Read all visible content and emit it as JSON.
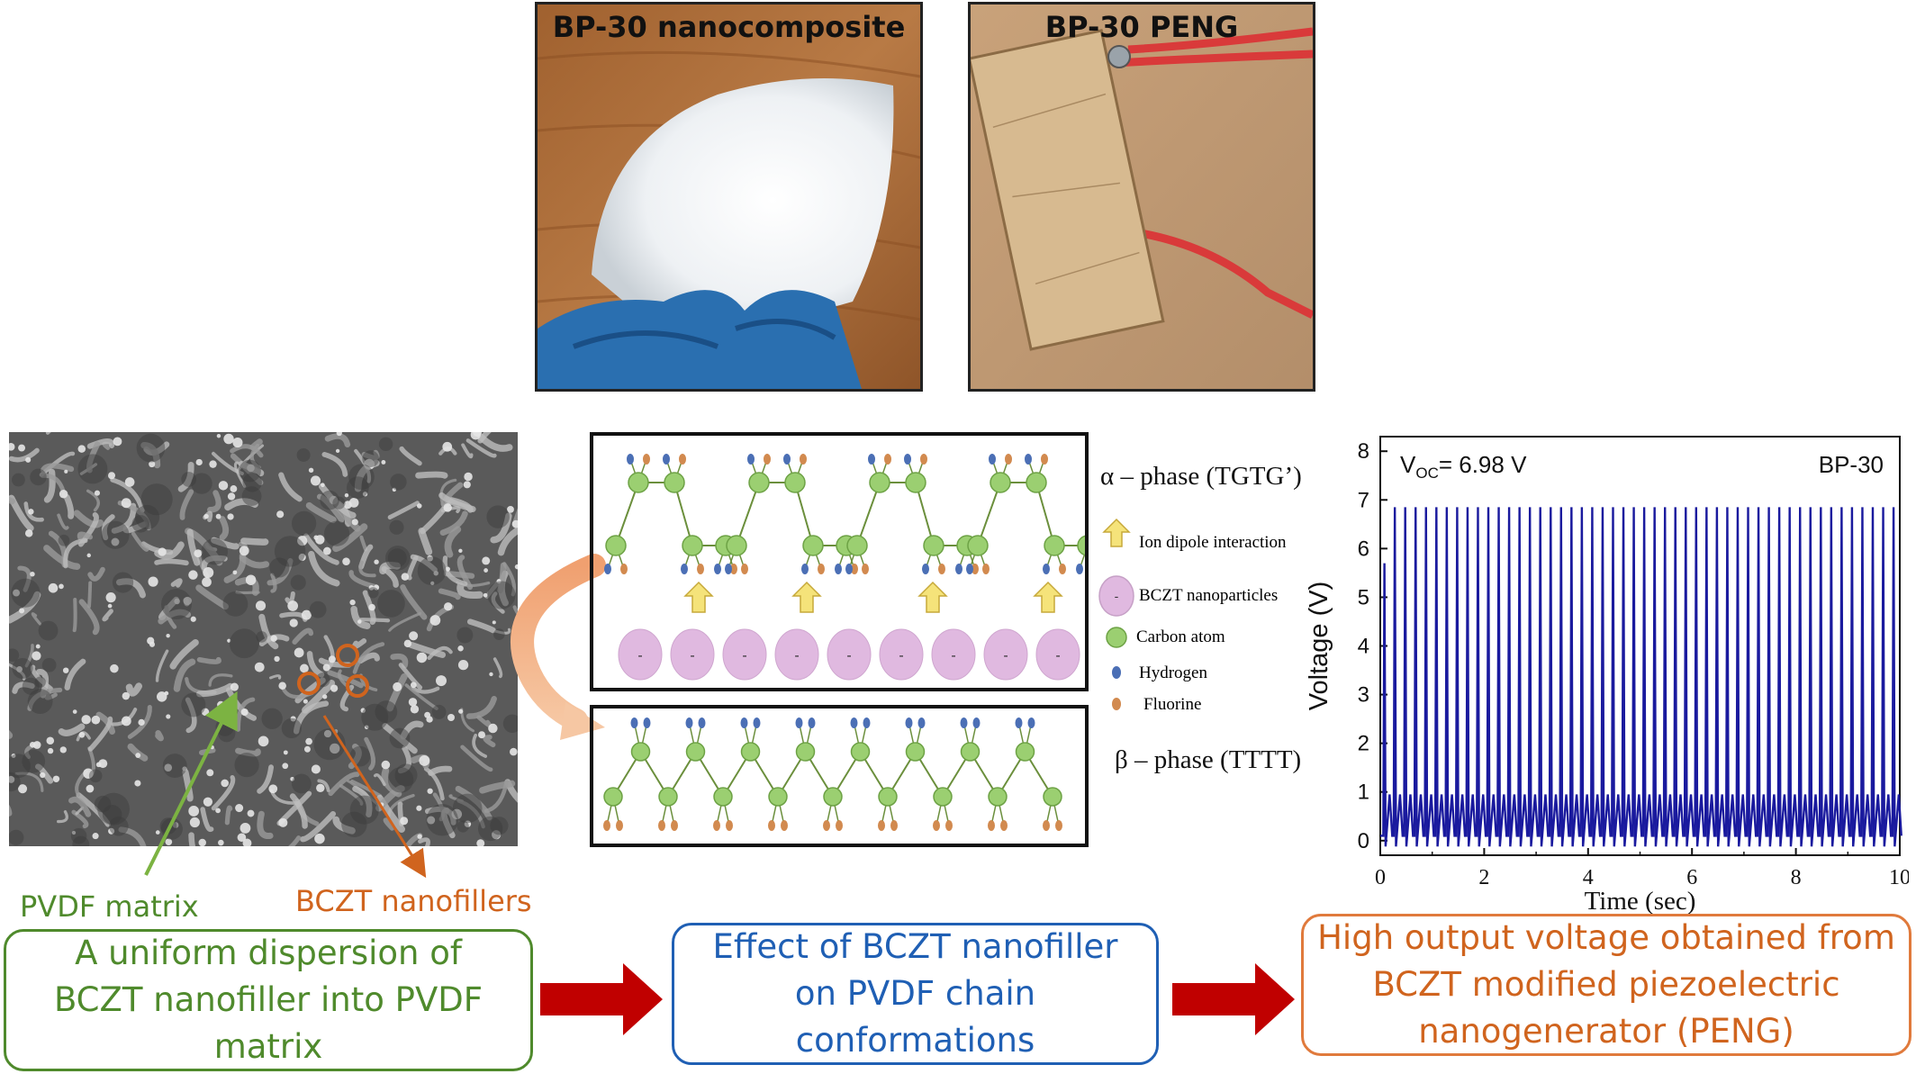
{
  "photos": {
    "nanocomposite": {
      "label": "BP-30 nanocomposite"
    },
    "peng": {
      "label": "BP-30 PENG"
    }
  },
  "sem": {
    "pvdf_label": "PVDF matrix",
    "bczt_label": "BCZT nanofillers"
  },
  "chains": {
    "alpha_label": "α – phase (TGTG’)",
    "beta_label": "β – phase (TTTT)",
    "legend": {
      "ion_dipole": "Ion dipole interaction",
      "bczt_np": "BCZT nanoparticles",
      "carbon": "Carbon atom",
      "hydrogen": "Hydrogen",
      "fluorine": "Fluorine"
    },
    "charge_symbol": "-"
  },
  "chart_data": {
    "type": "line",
    "xlabel": "Time (sec)",
    "ylabel": "Voltage (V)",
    "xlim": [
      0,
      10
    ],
    "ylim": [
      -0.3,
      8.3
    ],
    "xticks": [
      0,
      2,
      4,
      6,
      8,
      10
    ],
    "yticks": [
      0,
      1,
      2,
      3,
      4,
      5,
      6,
      7,
      8
    ],
    "annotation_voc": "V",
    "annotation_voc_sub": "OC",
    "annotation_voc_value": "= 6.98 V",
    "annotation_sample": "BP-30",
    "series": [
      {
        "peak_voltage": 6.85,
        "first_peak_voltage": 5.7,
        "negative_peak_voltage": 0.95,
        "baseline_voltage": 0.1,
        "min_voltage": -0.12,
        "pulse_period_sec": 0.2,
        "first_pulse_time_sec": 0.08,
        "color": "#1a1a9e"
      }
    ]
  },
  "flow": {
    "box1": "A uniform dispersion of  BCZT nanofiller into PVDF matrix",
    "box2": "Effect of BCZT nanofiller on PVDF chain conformations",
    "box3": "High output voltage obtained from BCZT modified piezoelectric nanogenerator (PENG)"
  },
  "colors": {
    "green": "#4f8a2c",
    "orange": "#d0641e",
    "blue": "#1f5fb4",
    "arrow_red": "#c00000",
    "series_blue": "#1a1a9e"
  }
}
